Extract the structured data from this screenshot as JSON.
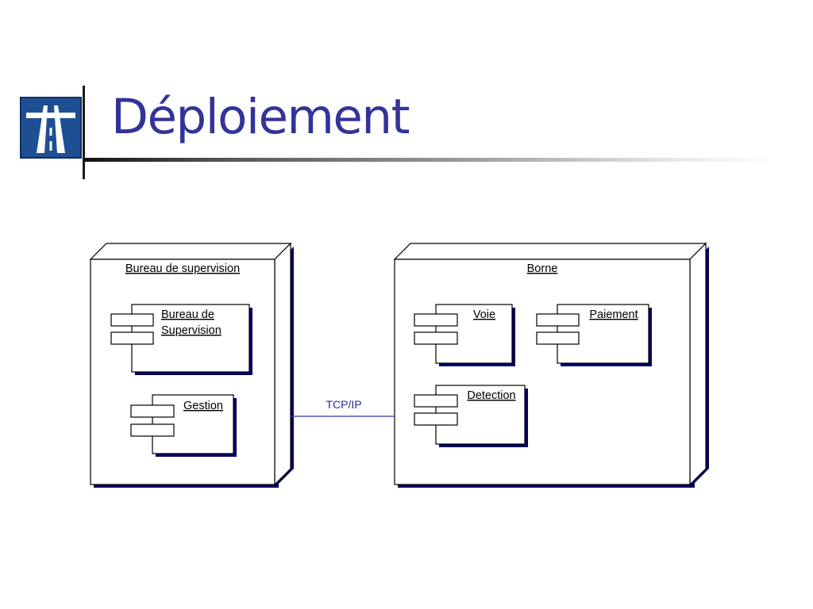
{
  "slide": {
    "title": "Déploiement"
  },
  "logo": {
    "icon": "motorway-sign-icon",
    "color": "#1f4f93"
  },
  "colors": {
    "title": "#333399",
    "node_shadow": "#000066",
    "connector": "#3333aa"
  },
  "diagram": {
    "nodes": [
      {
        "name": "Bureau de supervision",
        "components": [
          {
            "label_lines": [
              "Bureau de",
              "Supervision"
            ]
          },
          {
            "label_lines": [
              "Gestion"
            ]
          }
        ]
      },
      {
        "name": "Borne",
        "components": [
          {
            "label_lines": [
              "Voie"
            ]
          },
          {
            "label_lines": [
              "Paiement"
            ]
          },
          {
            "label_lines": [
              "Detection"
            ]
          }
        ]
      }
    ],
    "connection": {
      "label": "TCP/IP"
    }
  }
}
